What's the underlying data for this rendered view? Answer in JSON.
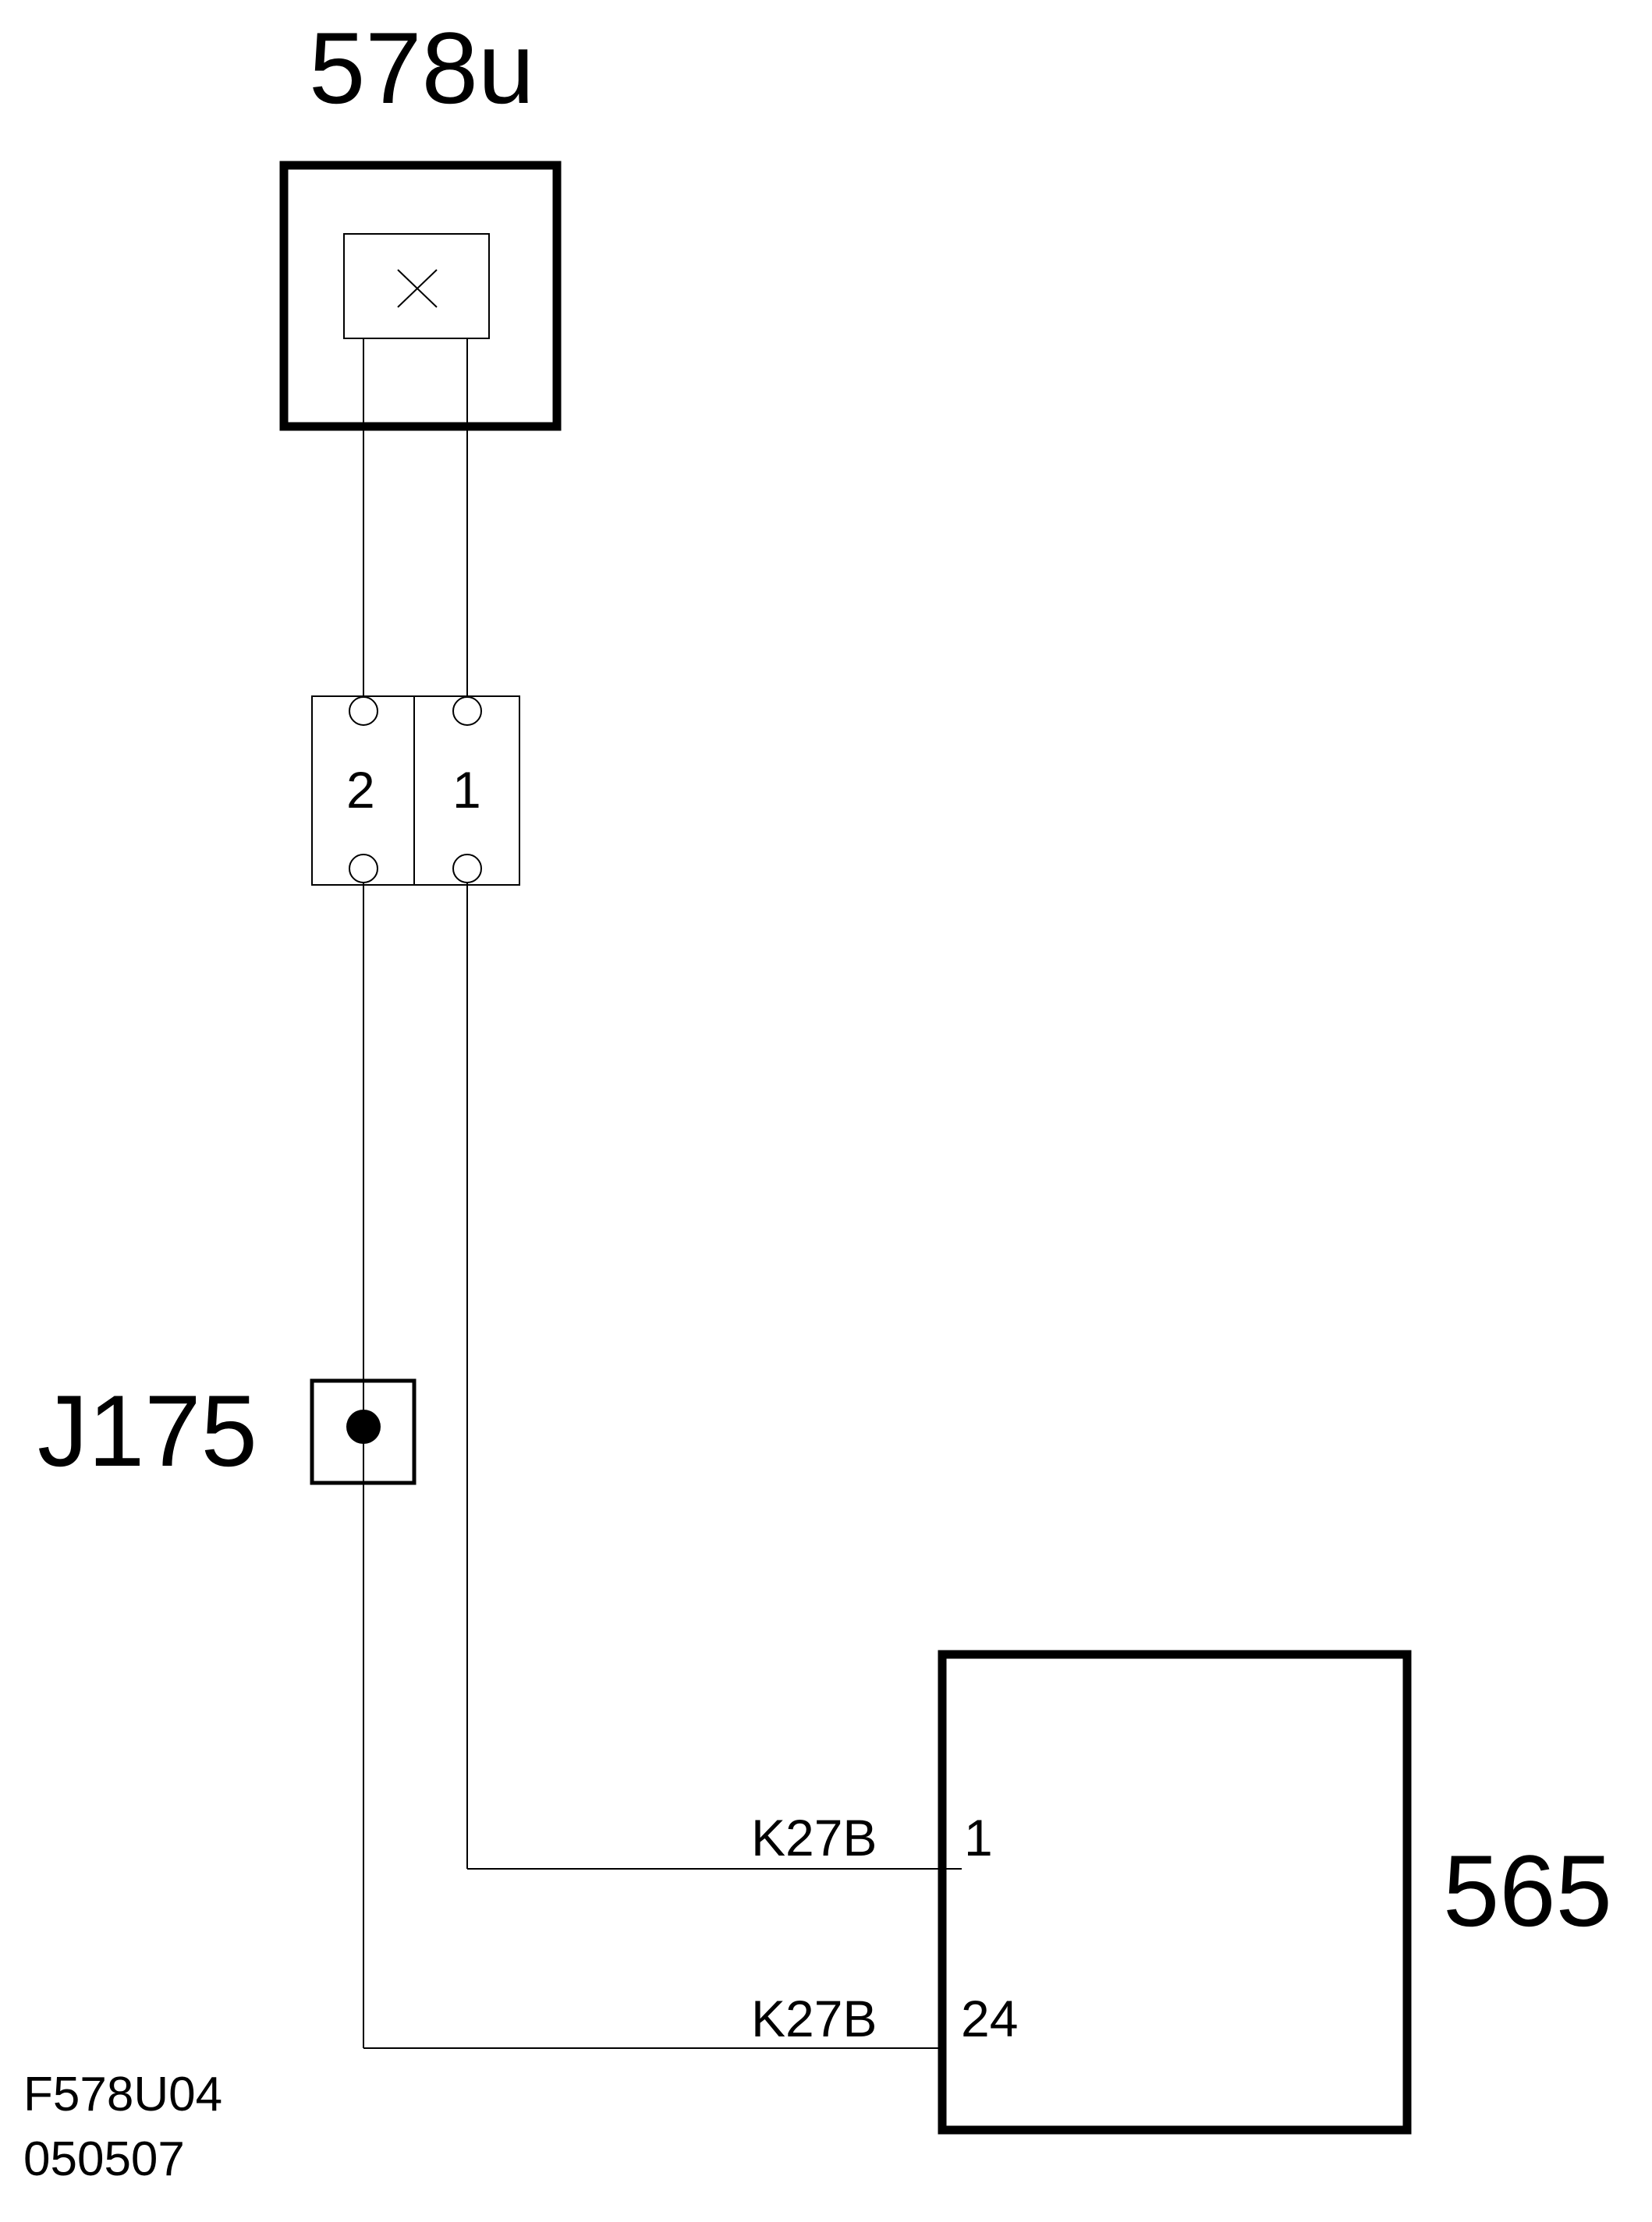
{
  "components": {
    "top_component": {
      "label": "578u"
    },
    "connector": {
      "pins": [
        "2",
        "1"
      ]
    },
    "splice": {
      "label": "J175"
    },
    "module": {
      "label": "565"
    }
  },
  "wires": [
    {
      "name": "K27B",
      "pin": "1"
    },
    {
      "name": "K27B",
      "pin": "24"
    }
  ],
  "footer": {
    "code": "F578U04",
    "date": "050507"
  },
  "colors": {
    "line": "#000000",
    "background": "#ffffff"
  }
}
